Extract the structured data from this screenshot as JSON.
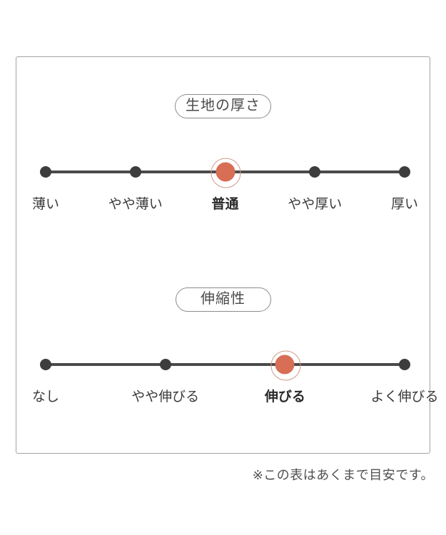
{
  "panel": {
    "scales": [
      {
        "title": "生地の厚さ",
        "labels": [
          "薄い",
          "やや薄い",
          "普通",
          "やや厚い",
          "厚い"
        ],
        "selected_index": 2,
        "selected_label": "普通"
      },
      {
        "title": "伸縮性",
        "labels": [
          "なし",
          "やや伸びる",
          "伸びる",
          "よく伸びる"
        ],
        "selected_index": 2,
        "selected_label": "伸びる"
      }
    ]
  },
  "footnote": "※この表はあくまで目安です。",
  "colors": {
    "accent_dot": "#d76e55",
    "accent_ring": "#cf9a8a",
    "line": "#4a4a4a",
    "dot": "#3d3d3d",
    "panel_border": "#a3a3a3",
    "text": "#3a3a3a"
  },
  "chart_data": [
    {
      "type": "scatter",
      "title": "生地の厚さ",
      "categories": [
        "薄い",
        "やや薄い",
        "普通",
        "やや厚い",
        "厚い"
      ],
      "selected": "普通",
      "selected_index": 2,
      "scale_points": 5,
      "legend_position": "none"
    },
    {
      "type": "scatter",
      "title": "伸縮性",
      "categories": [
        "なし",
        "やや伸びる",
        "伸びる",
        "よく伸びる"
      ],
      "selected": "伸びる",
      "selected_index": 2,
      "scale_points": 4,
      "legend_position": "none"
    }
  ]
}
